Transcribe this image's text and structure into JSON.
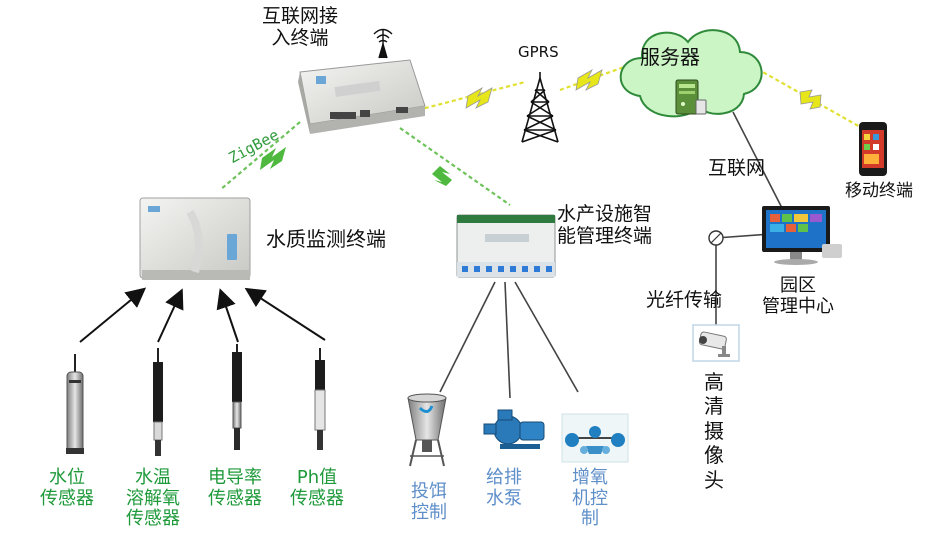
{
  "labels": {
    "internet_gateway": [
      "互联网接",
      "入终端"
    ],
    "gprs": "GPRS",
    "server": "服务器",
    "zigbee": "ZigBee",
    "internet": "互联网",
    "mobile_terminal": "移动终端",
    "water_quality_terminal": "水质监测终端",
    "aqua_terminal": [
      "水产设施智",
      "能管理终端"
    ],
    "park_center": [
      "园区",
      "管理中心"
    ],
    "fiber": "光纤传输",
    "camera": [
      "高",
      "清",
      "摄",
      "像",
      "头"
    ]
  },
  "sensors": [
    [
      "水位",
      "传感器"
    ],
    [
      "水温",
      "溶解氧",
      "传感器"
    ],
    [
      "电导率",
      "传感器"
    ],
    [
      "Ph值",
      "传感器"
    ]
  ],
  "controls": [
    [
      "投饵",
      "控制"
    ],
    [
      "给排",
      "水泵"
    ],
    [
      "增氧",
      "机控",
      "制"
    ]
  ],
  "colors": {
    "sensor_text": "#1f9a3a",
    "control_text": "#5f8fc9",
    "cloud_fill": "#ccf5c6",
    "cloud_stroke": "#2f8a3a",
    "zigzag_yellow": "#e6e61a",
    "zigzag_green": "#4fb83f"
  }
}
